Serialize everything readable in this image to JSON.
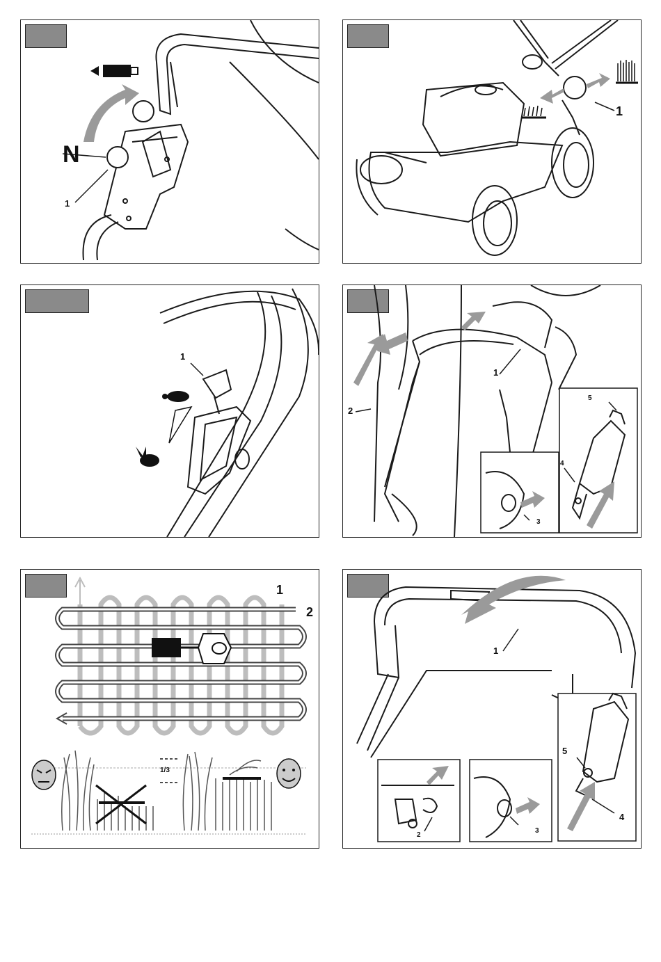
{
  "panels": [
    {
      "id": "p1",
      "callouts": {
        "neutral": "N",
        "c1": "1"
      },
      "icons": [
        "drive-forward-icon"
      ]
    },
    {
      "id": "p2",
      "callouts": {
        "c1": "1"
      },
      "icons": [
        "short-grass-icon",
        "tall-grass-icon"
      ]
    },
    {
      "id": "p3",
      "callouts": {
        "c1": "1"
      },
      "icons": [
        "tortoise-slow-icon",
        "hare-fast-icon"
      ]
    },
    {
      "id": "p4",
      "callouts": {
        "c1": "1",
        "c2": "2",
        "c3": "3",
        "c4": "4",
        "c5": "5"
      }
    },
    {
      "id": "p5",
      "callouts": {
        "c1": "1",
        "c2": "2",
        "third": "1/3"
      },
      "icons": [
        "angry-face-icon",
        "happy-face-icon",
        "mower-icon"
      ]
    },
    {
      "id": "p6",
      "callouts": {
        "c1": "1",
        "c2": "2",
        "c3": "3",
        "c4": "4",
        "c5": "5"
      }
    }
  ],
  "colors": {
    "line": "#1a1a1a",
    "arrow": "#9a9a9a",
    "tag": "#8a8a8a"
  }
}
